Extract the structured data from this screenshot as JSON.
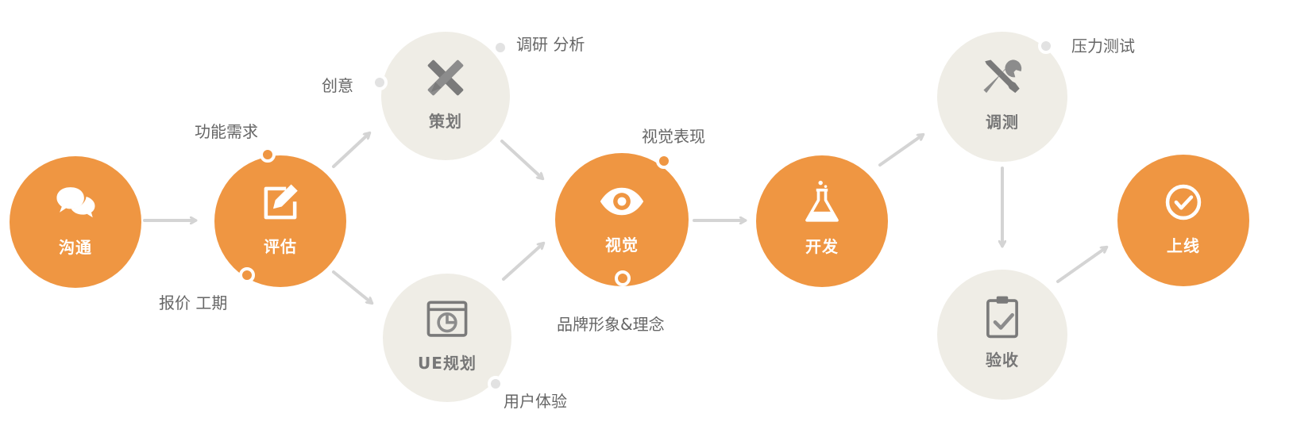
{
  "colors": {
    "accent": "#ef9642",
    "muted_node": "#efede6",
    "arrow": "#d4d4d4",
    "note_text": "#666666"
  },
  "nodes": {
    "communicate": {
      "label": "沟通",
      "icon": "chat-bubbles-icon"
    },
    "evaluate": {
      "label": "评估",
      "icon": "edit-icon"
    },
    "planning": {
      "label": "策划",
      "icon": "ruler-pencil-icon"
    },
    "ue_planning": {
      "label": "UE规划",
      "icon": "browser-chart-icon"
    },
    "visual": {
      "label": "视觉",
      "icon": "eye-icon"
    },
    "develop": {
      "label": "开发",
      "icon": "flask-icon"
    },
    "debug_test": {
      "label": "调测",
      "icon": "tools-icon"
    },
    "acceptance": {
      "label": "验收",
      "icon": "clipboard-check-icon"
    },
    "launch": {
      "label": "上线",
      "icon": "check-circle-icon"
    }
  },
  "notes": {
    "functional_requirements": "功能需求",
    "quote_schedule": "报价 工期",
    "creativity": "创意",
    "research_analysis": "调研 分析",
    "user_experience": "用户体验",
    "visual_expression": "视觉表现",
    "brand_image": "品牌形象&理念",
    "stress_test": "压力测试"
  }
}
